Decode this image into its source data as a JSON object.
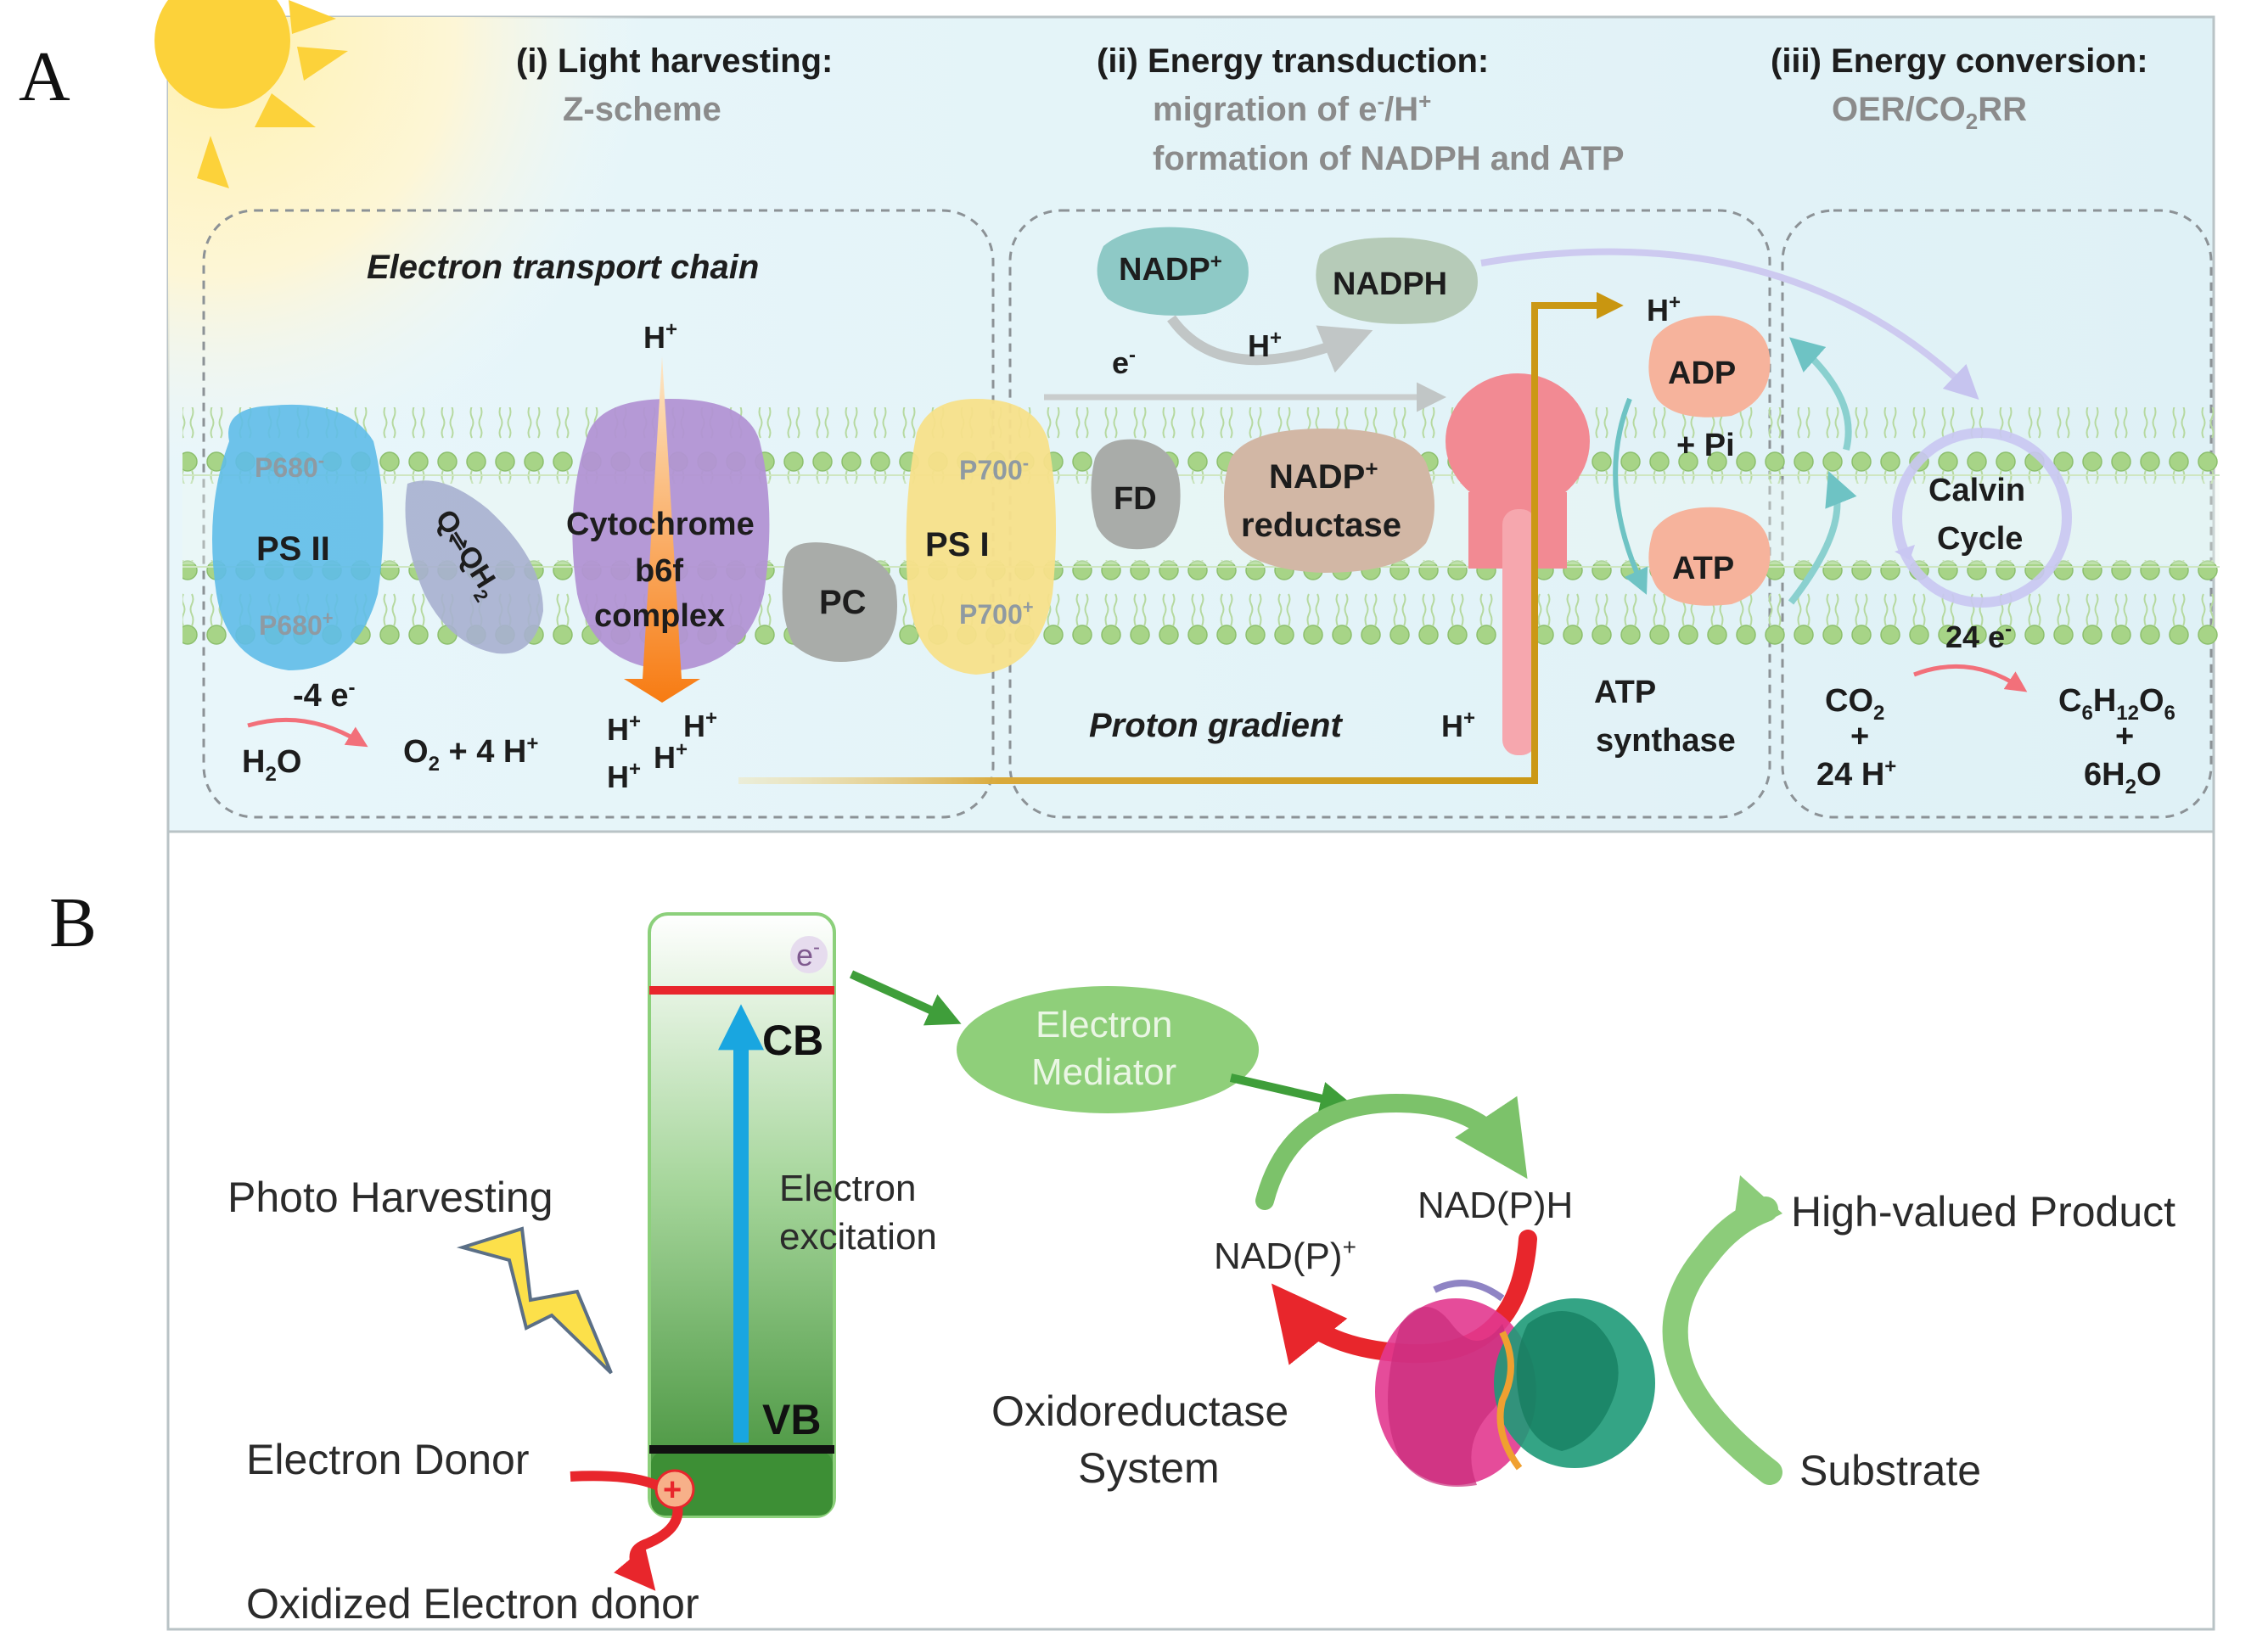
{
  "panelA": {
    "label": "A",
    "sec1": {
      "title": "(i) Light harvesting:",
      "sub": "Z-scheme"
    },
    "sec2": {
      "title": "(ii) Energy transduction:",
      "sub1_pre": "migration of e",
      "sub1_sup": "-",
      "sub1_post": "/H",
      "sub1_sup2": "+",
      "sub2": "formation of NADPH and ATP"
    },
    "sec3": {
      "title": "(iii) Energy conversion:",
      "sub_pre": "OER/CO",
      "sub_sub": "2",
      "sub_post": "RR"
    },
    "etc_label": "Electron transport chain",
    "psii": {
      "label": "PS II",
      "p680m": "P680",
      "p680m_sup": "-",
      "p680p": "P680",
      "p680p_sup": "+"
    },
    "q": {
      "q": "Q",
      "arrow": "⇌",
      "qh": "QH",
      "qh_sub": "2"
    },
    "cyt": {
      "line1": "Cytochrome",
      "line2": "b6f",
      "line3": "complex"
    },
    "pc": "PC",
    "psi": {
      "label": "PS I",
      "p700m": "P700",
      "p700m_sup": "-",
      "p700p": "P700",
      "p700p_sup": "+"
    },
    "fd": "FD",
    "nadp_red": {
      "line1": "NADP",
      "line1_sup": "+",
      "line2": "reductase"
    },
    "nadp_plus": {
      "text": "NADP",
      "sup": "+"
    },
    "nadph": "NADPH",
    "e_minus": {
      "text": "e",
      "sup": "-"
    },
    "h_label": "H",
    "plus": "+",
    "minus_4e": {
      "text": "-4 e",
      "sup": "-"
    },
    "h2o": {
      "pre": "H",
      "sub": "2",
      "post": "O"
    },
    "o2": {
      "pre": "O",
      "sub": "2",
      "post": " + 4 H",
      "sup": "+"
    },
    "proton_gradient": "Proton gradient",
    "atp_synthase": {
      "line1": "ATP",
      "line2": "synthase"
    },
    "adp": "ADP",
    "pi": "+ Pi",
    "atp": "ATP",
    "calvin": {
      "line1": "Calvin",
      "line2": "Cycle"
    },
    "e24": {
      "text": "24 e",
      "sup": "-"
    },
    "co2": {
      "pre": "CO",
      "sub": "2"
    },
    "h24": {
      "text": "24 H",
      "sup": "+"
    },
    "glucose": {
      "c": "C",
      "c_sub": "6",
      "h": "H",
      "h_sub": "12",
      "o": "O",
      "o_sub": "6"
    },
    "water6": {
      "pre": "6H",
      "sub": "2",
      "post": "O"
    }
  },
  "panelB": {
    "label": "B",
    "e_badge": "e",
    "e_badge_sup": "-",
    "cb": "CB",
    "vb": "VB",
    "excitation": {
      "line1": "Electron",
      "line2": "excitation"
    },
    "photo": "Photo Harvesting",
    "donor": "Electron Donor",
    "hole": "+",
    "oxidized": "Oxidized Electron donor",
    "mediator": {
      "line1": "Electron",
      "line2": "Mediator"
    },
    "nadph": "NAD(P)H",
    "nadp": {
      "text": "NAD(P)",
      "sup": "+"
    },
    "oxido": {
      "line1": "Oxidoreductase",
      "line2": "System"
    },
    "product": "High-valued Product",
    "substrate": "Substrate"
  },
  "colors": {
    "sky": "#eef8fb",
    "sun": "#fcd23a",
    "membrane": "#9cc97a",
    "psii": "#5fbde8",
    "cyt": "#b294d4",
    "psi": "#f7e08a",
    "pc": "#a9aca9",
    "atp_synthase": "#f28a93",
    "adp": "#f6b39c",
    "gold_arrow": "#d4a017",
    "red_bar": "#e8262c",
    "blue_arrow": "#19a6e0",
    "green_band": "#3d8f35",
    "mediator": "#8fcf7a"
  }
}
